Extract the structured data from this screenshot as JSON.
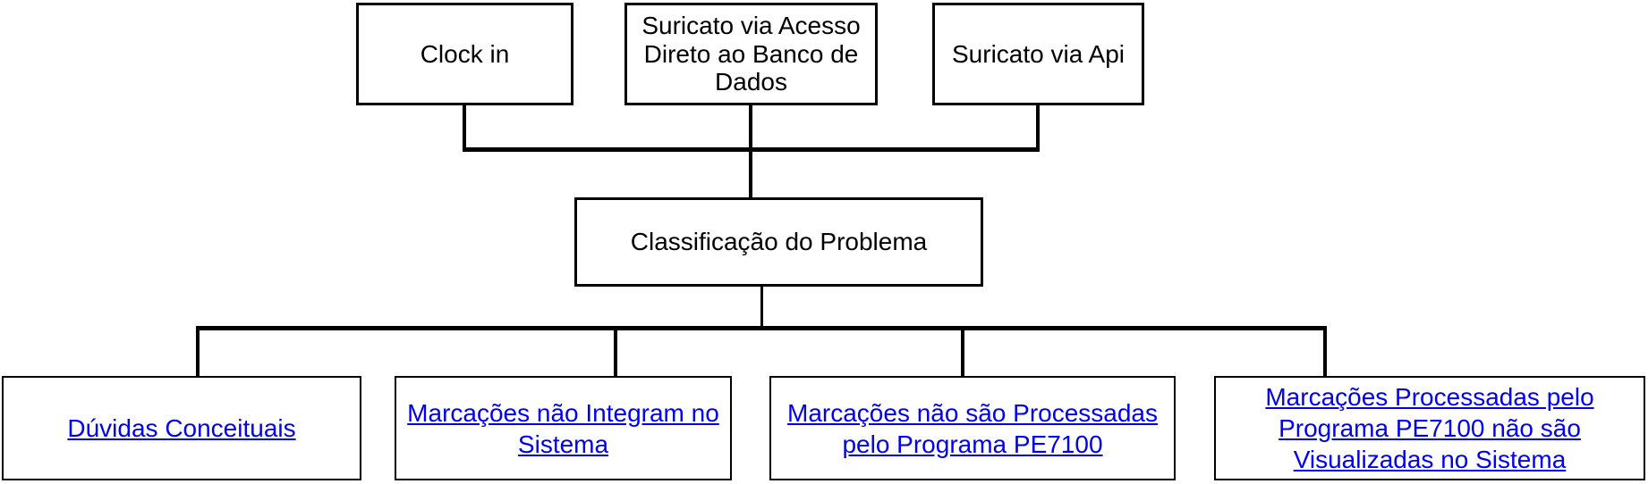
{
  "diagram": {
    "colors": {
      "background": "#ffffff",
      "line": "#000000",
      "text": "#000000",
      "link": "#0000EE"
    },
    "top_nodes": [
      {
        "label": "Clock in"
      },
      {
        "label": "Suricato via Acesso Direto ao Banco de Dados"
      },
      {
        "label": "Suricato via Api"
      }
    ],
    "center_node": {
      "label": "Classificação do Problema"
    },
    "leaf_nodes": [
      {
        "label": "Dúvidas Conceituais"
      },
      {
        "label": "Marcações não Integram no Sistema"
      },
      {
        "label": "Marcações não são Processadas pelo Programa PE7100"
      },
      {
        "label": "Marcações Processadas pelo Programa PE7100 não são Visualizadas no Sistema"
      }
    ]
  }
}
